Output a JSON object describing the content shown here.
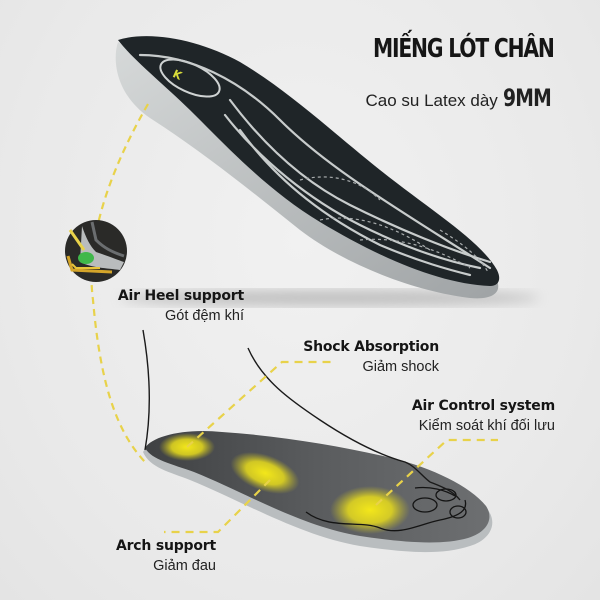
{
  "header": {
    "title": "MIẾNG LÓT CHÂN",
    "subtitle_text": "Cao su Latex dày ",
    "subtitle_bold": "9MM"
  },
  "features": [
    {
      "name": "Air Heel support",
      "description": "Gót đệm khí"
    },
    {
      "name": "Shock Absorption",
      "description": "Giảm shock"
    },
    {
      "name": "Air Control system",
      "description": "Kiểm soát khí đối lưu"
    },
    {
      "name": "Arch support",
      "description": "Giảm đau"
    }
  ],
  "colors": {
    "background": "#ececec",
    "insole_top": "#1f2528",
    "insole_side": "#c9cccc",
    "bottom_insole": "#5a5c5e",
    "highlight": "#f1e21a",
    "dashed_line": "#e8d24a",
    "text": "#151515"
  }
}
